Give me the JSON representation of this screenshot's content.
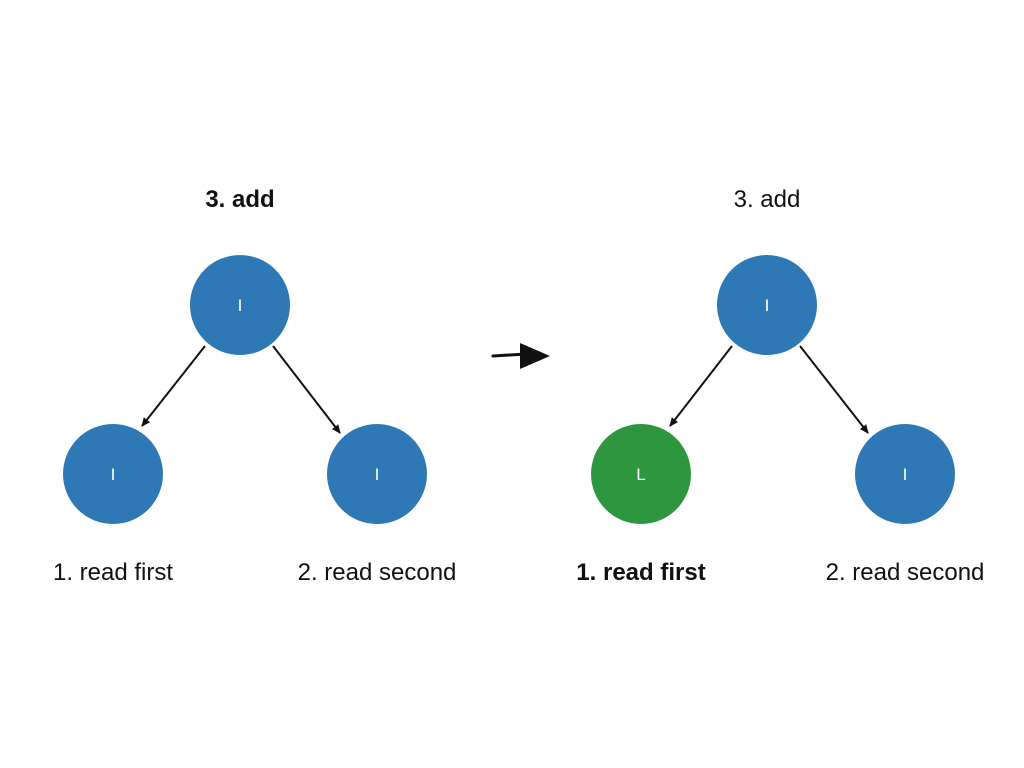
{
  "colors": {
    "node_default": "#2e78b5",
    "node_highlight": "#2f9640",
    "edge": "#111111",
    "text": "#111111"
  },
  "left_tree": {
    "root_label": "I",
    "left_child_label": "I",
    "right_child_label": "I",
    "add_caption": "3. add",
    "first_caption": "1. read first",
    "second_caption": "2. read second",
    "emphasized_step": "3. add"
  },
  "transition_arrow": "right-arrow-icon",
  "right_tree": {
    "root_label": "I",
    "left_child_label": "L",
    "left_child_highlighted": true,
    "right_child_label": "I",
    "add_caption": "3. add",
    "first_caption": "1. read first",
    "second_caption": "2. read second",
    "emphasized_step": "1. read first"
  }
}
